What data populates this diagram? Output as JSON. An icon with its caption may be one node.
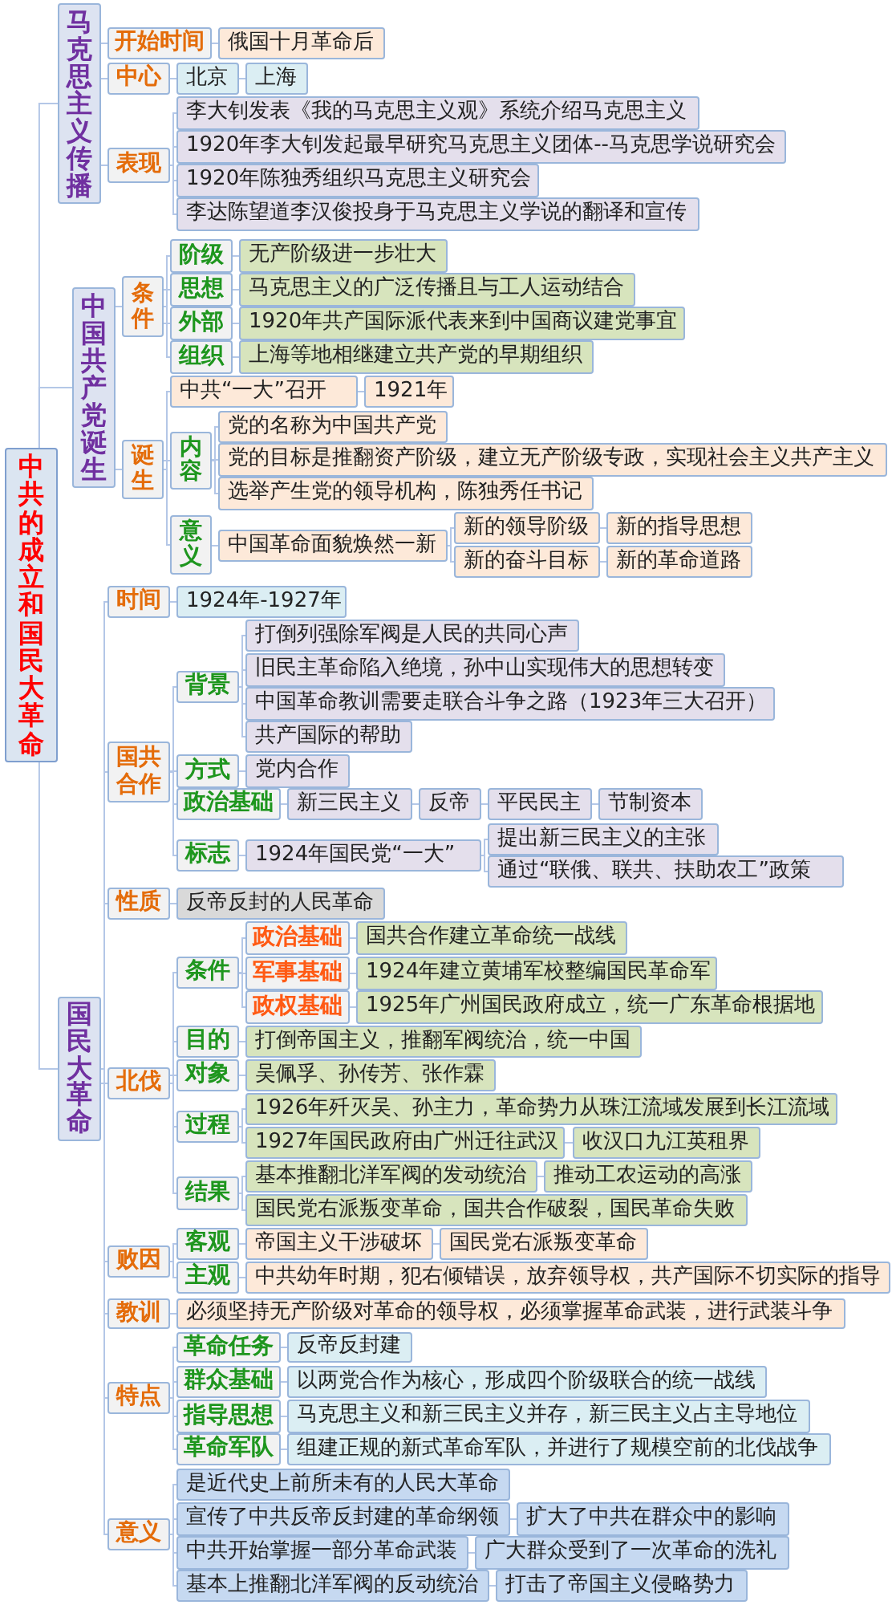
{
  "diagram": {
    "nodes": [
      {
        "text": [
          "中共的成立和国民大革命"
        ]
      },
      {
        "text": [
          "马克思主义传播"
        ]
      },
      {
        "text": [
          "开始时间"
        ]
      },
      {
        "text": [
          "俄国十月革命后"
        ]
      },
      {
        "text": [
          "中心"
        ]
      },
      {
        "text": [
          "北京"
        ]
      },
      {
        "text": [
          "上海"
        ]
      },
      {
        "text": [
          "表现"
        ]
      },
      {
        "text": [
          "李大钊发表《我的马克思主义观》系统介绍马克思主义"
        ]
      },
      {
        "text": [
          "1920年李大钊发起最早研究马克思主义团体--马克思学说研究会"
        ]
      },
      {
        "text": [
          "1920年陈独秀组织马克思主义研究会"
        ]
      },
      {
        "text": [
          "李达陈望道李汉俊投身于马克思主义学说的翻译和宣传"
        ]
      },
      {
        "text": [
          "中国共产党诞生"
        ]
      },
      {
        "text": [
          "条件"
        ]
      },
      {
        "text": [
          "阶级"
        ]
      },
      {
        "text": [
          "无产阶级进一步壮大"
        ]
      },
      {
        "text": [
          "思想"
        ]
      },
      {
        "text": [
          "马克思主义的广泛传播且与工人运动结合"
        ]
      },
      {
        "text": [
          "外部"
        ]
      },
      {
        "text": [
          "1920年共产国际派代表来到中国商议建党事宜"
        ]
      },
      {
        "text": [
          "组织"
        ]
      },
      {
        "text": [
          "上海等地相继建立共产党的早期组织"
        ]
      },
      {
        "text": [
          "诞生"
        ]
      },
      {
        "text": [
          "中共“一大”召开"
        ]
      },
      {
        "text": [
          "1921年"
        ]
      },
      {
        "text": [
          "内容"
        ]
      },
      {
        "text": [
          "党的名称为中国共产党"
        ]
      },
      {
        "text": [
          "党的目标是推翻资产阶级，建立无产阶级专政，实现社会主义共产主义"
        ]
      },
      {
        "text": [
          "选举产生党的领导机构，陈独秀任书记"
        ]
      },
      {
        "text": [
          "意义"
        ]
      },
      {
        "text": [
          "中国革命面貌焕然一新"
        ]
      },
      {
        "text": [
          "新的领导阶级"
        ]
      },
      {
        "text": [
          "新的指导思想"
        ]
      },
      {
        "text": [
          "新的奋斗目标"
        ]
      },
      {
        "text": [
          "新的革命道路"
        ]
      },
      {
        "text": [
          "国民大革命"
        ]
      },
      {
        "text": [
          "时间"
        ]
      },
      {
        "text": [
          "1924年-1927年"
        ]
      },
      {
        "text": [
          "国共合作"
        ]
      },
      {
        "text": [
          "背景"
        ]
      },
      {
        "text": [
          "打倒列强除军阀是人民的共同心声"
        ]
      },
      {
        "text": [
          "旧民主革命陷入绝境，孙中山实现伟大的思想转变"
        ]
      },
      {
        "text": [
          "中国革命教训需要走联合斗争之路（1923年三大召开）"
        ]
      },
      {
        "text": [
          "共产国际的帮助"
        ]
      },
      {
        "text": [
          "方式"
        ]
      },
      {
        "text": [
          "党内合作"
        ]
      },
      {
        "text": [
          "政治基础"
        ]
      },
      {
        "text": [
          "新三民主义"
        ]
      },
      {
        "text": [
          "反帝"
        ]
      },
      {
        "text": [
          "平民民主"
        ]
      },
      {
        "text": [
          "节制资本"
        ]
      },
      {
        "text": [
          "标志"
        ]
      },
      {
        "text": [
          "1924年国民党“一大”"
        ]
      },
      {
        "text": [
          "提出新三民主义的主张"
        ]
      },
      {
        "text": [
          "通过“联俄、联共、扶助农工”政策"
        ]
      },
      {
        "text": [
          "性质"
        ]
      },
      {
        "text": [
          "反帝反封的人民革命"
        ]
      },
      {
        "text": [
          "北伐"
        ]
      },
      {
        "text": [
          "条件"
        ]
      },
      {
        "text": [
          "政治基础"
        ]
      },
      {
        "text": [
          "国共合作建立革命统一战线"
        ]
      },
      {
        "text": [
          "军事基础"
        ]
      },
      {
        "text": [
          "1924年建立黄埔军校整编国民革命军"
        ]
      },
      {
        "text": [
          "政权基础"
        ]
      },
      {
        "text": [
          "1925年广州国民政府成立，统一广东革命根据地"
        ]
      },
      {
        "text": [
          "目的"
        ]
      },
      {
        "text": [
          "打倒帝国主义，推翻军阀统治，统一中国"
        ]
      },
      {
        "text": [
          "对象"
        ]
      },
      {
        "text": [
          "吴佩孚、孙传芳、张作霖"
        ]
      },
      {
        "text": [
          "过程"
        ]
      },
      {
        "text": [
          "1926年歼灭吴、孙主力，革命势力从珠江流域发展到长江流域"
        ]
      },
      {
        "text": [
          "1927年国民政府由广州迁往武汉"
        ]
      },
      {
        "text": [
          "收汉口九江英租界"
        ]
      },
      {
        "text": [
          "结果"
        ]
      },
      {
        "text": [
          "基本推翻北洋军阀的发动统治"
        ]
      },
      {
        "text": [
          "推动工农运动的高涨"
        ]
      },
      {
        "text": [
          "国民党右派叛变革命，国共合作破裂，国民革命失败"
        ]
      },
      {
        "text": [
          "败因"
        ]
      },
      {
        "text": [
          "客观"
        ]
      },
      {
        "text": [
          "帝国主义干涉破坏"
        ]
      },
      {
        "text": [
          "国民党右派叛变革命"
        ]
      },
      {
        "text": [
          "主观"
        ]
      },
      {
        "text": [
          "中共幼年时期，犯右倾错误，放弃领导权，共产国际不切实际的指导"
        ]
      },
      {
        "text": [
          "教训"
        ]
      },
      {
        "text": [
          "必须坚持无产阶级对革命的领导权，必须掌握革命武装，进行武装斗争"
        ]
      },
      {
        "text": [
          "特点"
        ]
      },
      {
        "text": [
          "革命任务"
        ]
      },
      {
        "text": [
          "反帝反封建"
        ]
      },
      {
        "text": [
          "群众基础"
        ]
      },
      {
        "text": [
          "以两党合作为核心，形成四个阶级联合的统一战线"
        ]
      },
      {
        "text": [
          "指导思想"
        ]
      },
      {
        "text": [
          "马克思主义和新三民主义并存，新三民主义占主导地位"
        ]
      },
      {
        "text": [
          "革命军队"
        ]
      },
      {
        "text": [
          "组建正规的新式革命军队，并进行了规模空前的北伐战争"
        ]
      },
      {
        "text": [
          "意义"
        ]
      },
      {
        "text": [
          "是近代史上前所未有的人民大革命"
        ]
      },
      {
        "text": [
          "宣传了中共反帝反封建的革命纲领"
        ]
      },
      {
        "text": [
          "扩大了中共在群众中的影响"
        ]
      },
      {
        "text": [
          "中共开始掌握一部分革命武装"
        ]
      },
      {
        "text": [
          "广大群众受到了一次革命的洗礼"
        ]
      },
      {
        "text": [
          "基本上推翻北洋军阀的反动统治"
        ]
      },
      {
        "text": [
          "打击了帝国主义侵略势力"
        ]
      }
    ],
    "edges": [
      {
        "from": 0,
        "to": 1,
        "arrow": "none"
      },
      {
        "from": 0,
        "to": 12,
        "arrow": "none"
      },
      {
        "from": 0,
        "to": 35,
        "arrow": "none"
      },
      {
        "from": 1,
        "to": 2,
        "arrow": "none"
      },
      {
        "from": 2,
        "to": 3,
        "arrow": "none"
      },
      {
        "from": 1,
        "to": 4,
        "arrow": "none"
      },
      {
        "from": 4,
        "to": 5,
        "arrow": "none"
      },
      {
        "from": 5,
        "to": 6,
        "arrow": "none"
      },
      {
        "from": 1,
        "to": 7,
        "arrow": "none"
      },
      {
        "from": 7,
        "to": 8,
        "arrow": "none"
      },
      {
        "from": 7,
        "to": 9,
        "arrow": "none"
      },
      {
        "from": 7,
        "to": 10,
        "arrow": "none"
      },
      {
        "from": 7,
        "to": 11,
        "arrow": "none"
      },
      {
        "from": 12,
        "to": 13,
        "arrow": "none"
      },
      {
        "from": 13,
        "to": 14,
        "arrow": "none"
      },
      {
        "from": 14,
        "to": 15,
        "arrow": "none"
      },
      {
        "from": 13,
        "to": 16,
        "arrow": "none"
      },
      {
        "from": 16,
        "to": 17,
        "arrow": "none"
      },
      {
        "from": 13,
        "to": 18,
        "arrow": "none"
      },
      {
        "from": 18,
        "to": 19,
        "arrow": "none"
      },
      {
        "from": 13,
        "to": 20,
        "arrow": "none"
      },
      {
        "from": 20,
        "to": 21,
        "arrow": "none"
      },
      {
        "from": 12,
        "to": 22,
        "arrow": "none"
      },
      {
        "from": 22,
        "to": 23,
        "arrow": "none"
      },
      {
        "from": 23,
        "to": 24,
        "arrow": "none"
      },
      {
        "from": 22,
        "to": 25,
        "arrow": "none"
      },
      {
        "from": 25,
        "to": 26,
        "arrow": "none"
      },
      {
        "from": 25,
        "to": 27,
        "arrow": "none"
      },
      {
        "from": 25,
        "to": 28,
        "arrow": "none"
      },
      {
        "from": 22,
        "to": 29,
        "arrow": "none"
      },
      {
        "from": 29,
        "to": 30,
        "arrow": "none"
      },
      {
        "from": 30,
        "to": 31,
        "arrow": "none"
      },
      {
        "from": 31,
        "to": 32,
        "arrow": "none"
      },
      {
        "from": 30,
        "to": 33,
        "arrow": "none"
      },
      {
        "from": 33,
        "to": 34,
        "arrow": "none"
      },
      {
        "from": 35,
        "to": 36,
        "arrow": "none"
      },
      {
        "from": 36,
        "to": 37,
        "arrow": "none"
      },
      {
        "from": 35,
        "to": 38,
        "arrow": "none"
      },
      {
        "from": 38,
        "to": 39,
        "arrow": "none"
      },
      {
        "from": 39,
        "to": 40,
        "arrow": "none"
      },
      {
        "from": 39,
        "to": 41,
        "arrow": "none"
      },
      {
        "from": 39,
        "to": 42,
        "arrow": "none"
      },
      {
        "from": 39,
        "to": 43,
        "arrow": "none"
      },
      {
        "from": 38,
        "to": 44,
        "arrow": "none"
      },
      {
        "from": 44,
        "to": 45,
        "arrow": "none"
      },
      {
        "from": 38,
        "to": 46,
        "arrow": "none"
      },
      {
        "from": 46,
        "to": 47,
        "arrow": "none"
      },
      {
        "from": 47,
        "to": 48,
        "arrow": "none"
      },
      {
        "from": 48,
        "to": 49,
        "arrow": "none"
      },
      {
        "from": 49,
        "to": 50,
        "arrow": "none"
      },
      {
        "from": 38,
        "to": 51,
        "arrow": "none"
      },
      {
        "from": 51,
        "to": 52,
        "arrow": "none"
      },
      {
        "from": 52,
        "to": 53,
        "arrow": "none"
      },
      {
        "from": 52,
        "to": 54,
        "arrow": "none"
      },
      {
        "from": 35,
        "to": 55,
        "arrow": "none"
      },
      {
        "from": 55,
        "to": 56,
        "arrow": "none"
      },
      {
        "from": 35,
        "to": 57,
        "arrow": "none"
      },
      {
        "from": 57,
        "to": 58,
        "arrow": "none"
      },
      {
        "from": 58,
        "to": 59,
        "arrow": "none"
      },
      {
        "from": 59,
        "to": 60,
        "arrow": "none"
      },
      {
        "from": 58,
        "to": 61,
        "arrow": "none"
      },
      {
        "from": 61,
        "to": 62,
        "arrow": "none"
      },
      {
        "from": 58,
        "to": 63,
        "arrow": "none"
      },
      {
        "from": 63,
        "to": 64,
        "arrow": "none"
      },
      {
        "from": 57,
        "to": 65,
        "arrow": "none"
      },
      {
        "from": 65,
        "to": 66,
        "arrow": "none"
      },
      {
        "from": 57,
        "to": 67,
        "arrow": "none"
      },
      {
        "from": 67,
        "to": 68,
        "arrow": "none"
      },
      {
        "from": 57,
        "to": 69,
        "arrow": "none"
      },
      {
        "from": 69,
        "to": 70,
        "arrow": "none"
      },
      {
        "from": 69,
        "to": 71,
        "arrow": "none"
      },
      {
        "from": 71,
        "to": 72,
        "arrow": "none"
      },
      {
        "from": 57,
        "to": 73,
        "arrow": "none"
      },
      {
        "from": 73,
        "to": 74,
        "arrow": "none"
      },
      {
        "from": 74,
        "to": 75,
        "arrow": "none"
      },
      {
        "from": 73,
        "to": 76,
        "arrow": "none"
      },
      {
        "from": 35,
        "to": 77,
        "arrow": "none"
      },
      {
        "from": 77,
        "to": 78,
        "arrow": "none"
      },
      {
        "from": 78,
        "to": 79,
        "arrow": "none"
      },
      {
        "from": 79,
        "to": 80,
        "arrow": "none"
      },
      {
        "from": 77,
        "to": 81,
        "arrow": "none"
      },
      {
        "from": 81,
        "to": 82,
        "arrow": "none"
      },
      {
        "from": 35,
        "to": 83,
        "arrow": "none"
      },
      {
        "from": 83,
        "to": 84,
        "arrow": "none"
      },
      {
        "from": 35,
        "to": 85,
        "arrow": "none"
      },
      {
        "from": 85,
        "to": 86,
        "arrow": "none"
      },
      {
        "from": 86,
        "to": 87,
        "arrow": "none"
      },
      {
        "from": 85,
        "to": 88,
        "arrow": "none"
      },
      {
        "from": 88,
        "to": 89,
        "arrow": "none"
      },
      {
        "from": 85,
        "to": 90,
        "arrow": "none"
      },
      {
        "from": 90,
        "to": 91,
        "arrow": "none"
      },
      {
        "from": 85,
        "to": 92,
        "arrow": "none"
      },
      {
        "from": 92,
        "to": 93,
        "arrow": "none"
      },
      {
        "from": 35,
        "to": 94,
        "arrow": "none"
      },
      {
        "from": 94,
        "to": 95,
        "arrow": "none"
      },
      {
        "from": 94,
        "to": 96,
        "arrow": "none"
      },
      {
        "from": 96,
        "to": 97,
        "arrow": "none"
      },
      {
        "from": 94,
        "to": 98,
        "arrow": "none"
      },
      {
        "from": 98,
        "to": 99,
        "arrow": "none"
      },
      {
        "from": 94,
        "to": 100,
        "arrow": "none"
      },
      {
        "from": 100,
        "to": 101,
        "arrow": "none"
      }
    ]
  }
}
